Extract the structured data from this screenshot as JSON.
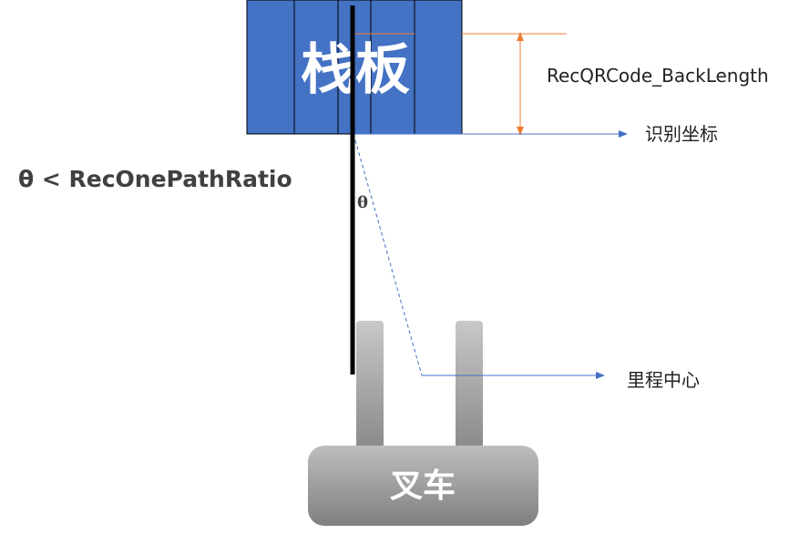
{
  "pallet": {
    "label": "栈板",
    "color": "#4472c4"
  },
  "measurement": {
    "label": "RecQRCode_BackLength",
    "color": "#ed7d31"
  },
  "arrows": {
    "recognition_label": "识别坐标",
    "odometry_label": "里程中心",
    "color": "#4472c4"
  },
  "condition": {
    "text": "θ < RecOnePathRatio"
  },
  "angle": {
    "symbol": "θ"
  },
  "forklift": {
    "label": "叉车"
  }
}
